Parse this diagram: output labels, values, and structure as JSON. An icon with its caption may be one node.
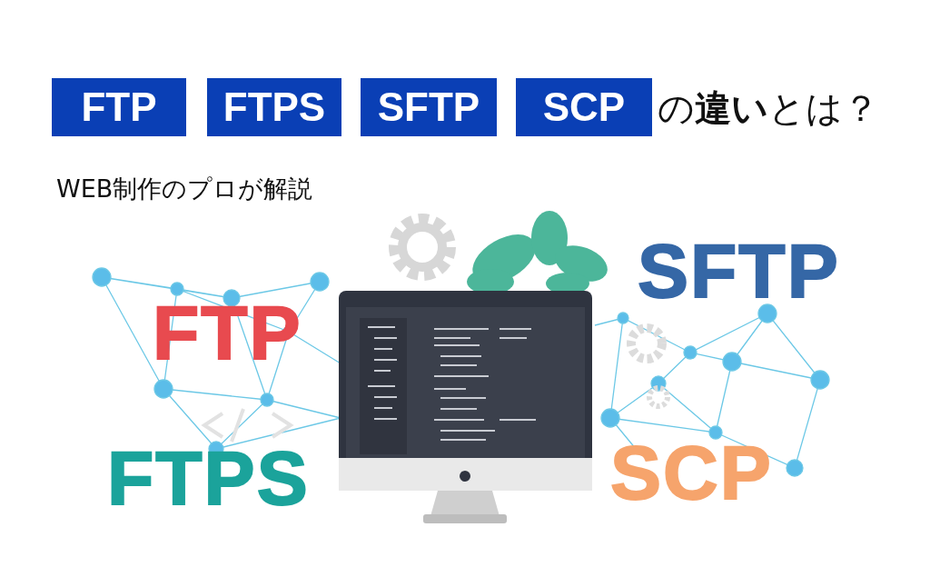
{
  "diagram": {
    "nodes": [
      {
        "text": [
          "FTP"
        ]
      },
      {
        "text": [
          "FTPS"
        ]
      },
      {
        "text": [
          "SFTP"
        ]
      },
      {
        "text": [
          "SCP"
        ]
      }
    ],
    "labels": [
      "の**違い**とは？",
      "WEB制作のプロが解説",
      "SFTP",
      "FTP",
      "FTPS",
      "SCP"
    ]
  }
}
